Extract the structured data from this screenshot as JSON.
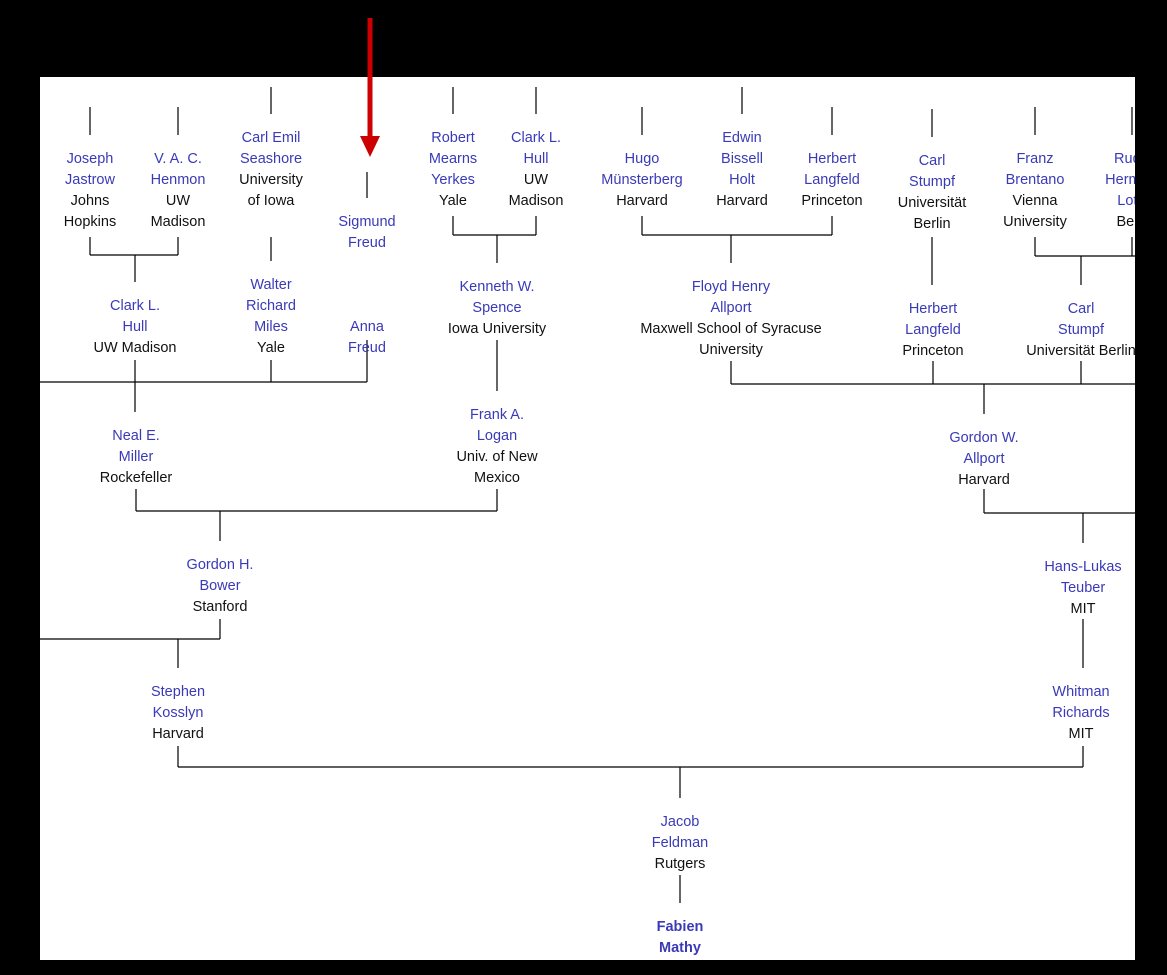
{
  "colors": {
    "name": "#3a3ab8",
    "institution": "#111111",
    "line": "#000000",
    "arrow": "#cc0000",
    "frame": "#000000"
  },
  "arrow_icon": "red-down-arrow",
  "nodes": {
    "jastrow": {
      "name": [
        "Joseph",
        "Jastrow"
      ],
      "inst": [
        "Johns",
        "Hopkins"
      ]
    },
    "henmon": {
      "name": [
        "V. A. C.",
        "Henmon"
      ],
      "inst": [
        "UW",
        "Madison"
      ]
    },
    "seashore": {
      "name": [
        "Carl Emil",
        "Seashore"
      ],
      "inst": [
        "University",
        "of Iowa"
      ]
    },
    "sfreud": {
      "name": [
        "Sigmund",
        "Freud"
      ],
      "inst": []
    },
    "yerkes": {
      "name": [
        "Robert",
        "Mearns",
        "Yerkes"
      ],
      "inst": [
        "Yale"
      ]
    },
    "hull_top": {
      "name": [
        "Clark L.",
        "Hull"
      ],
      "inst": [
        "UW",
        "Madison"
      ]
    },
    "munster": {
      "name": [
        "Hugo",
        "Münsterberg"
      ],
      "inst": [
        "Harvard"
      ]
    },
    "holt": {
      "name": [
        "Edwin",
        "Bissell",
        "Holt"
      ],
      "inst": [
        "Harvard"
      ]
    },
    "langfeld_top": {
      "name": [
        "Herbert",
        "Langfeld"
      ],
      "inst": [
        "Princeton"
      ]
    },
    "stumpf_top": {
      "name": [
        "Carl",
        "Stumpf"
      ],
      "inst": [
        "Universität",
        "Berlin"
      ]
    },
    "brentano": {
      "name": [
        "Franz",
        "Brentano"
      ],
      "inst": [
        "Vienna",
        "University"
      ]
    },
    "lotze": {
      "name": [
        "Rudolf",
        "Hermann",
        "Lotze"
      ],
      "inst": [
        "Berlin"
      ]
    },
    "hull_mid": {
      "name": [
        "Clark L.",
        "Hull"
      ],
      "inst": [
        "UW Madison"
      ]
    },
    "miles": {
      "name": [
        "Walter",
        "Richard",
        "Miles"
      ],
      "inst": [
        "Yale"
      ]
    },
    "afreud": {
      "name": [
        "Anna",
        "Freud"
      ],
      "inst": []
    },
    "spence": {
      "name": [
        "Kenneth W.",
        "Spence"
      ],
      "inst": [
        "Iowa University"
      ]
    },
    "fallport": {
      "name": [
        "Floyd Henry",
        "Allport"
      ],
      "inst": [
        "Maxwell School of Syracuse",
        "University"
      ]
    },
    "langfeld_mid": {
      "name": [
        "Herbert",
        "Langfeld"
      ],
      "inst": [
        "Princeton"
      ]
    },
    "stumpf_mid": {
      "name": [
        "Carl",
        "Stumpf"
      ],
      "inst": [
        "Universität Berlin"
      ]
    },
    "miller": {
      "name": [
        "Neal E.",
        "Miller"
      ],
      "inst": [
        "Rockefeller"
      ]
    },
    "logan": {
      "name": [
        "Frank A.",
        "Logan"
      ],
      "inst": [
        "Univ. of New",
        "Mexico"
      ]
    },
    "gallport": {
      "name": [
        "Gordon W.",
        "Allport"
      ],
      "inst": [
        "Harvard"
      ]
    },
    "bower": {
      "name": [
        "Gordon H.",
        "Bower"
      ],
      "inst": [
        "Stanford"
      ]
    },
    "teuber": {
      "name": [
        "Hans-Lukas",
        "Teuber"
      ],
      "inst": [
        "MIT"
      ]
    },
    "kosslyn": {
      "name": [
        "Stephen",
        "Kosslyn"
      ],
      "inst": [
        "Harvard"
      ]
    },
    "richards": {
      "name": [
        "Whitman",
        "Richards"
      ],
      "inst": [
        "MIT"
      ]
    },
    "feldman": {
      "name": [
        "Jacob",
        "Feldman"
      ],
      "inst": [
        "Rutgers"
      ]
    },
    "mathy": {
      "name": [
        "Fabien",
        "Mathy"
      ],
      "inst": [],
      "bold": true
    }
  }
}
